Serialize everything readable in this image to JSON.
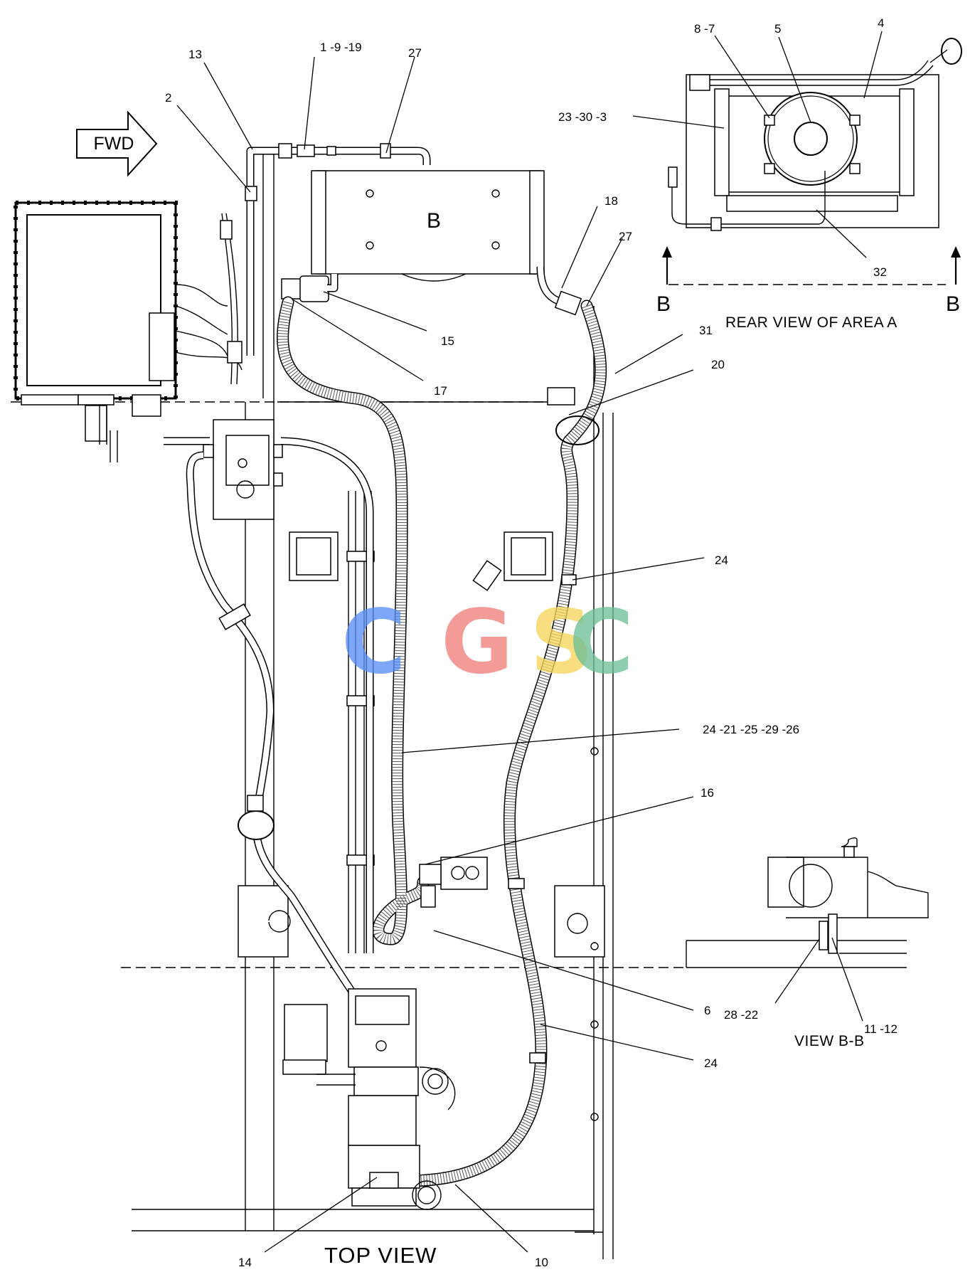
{
  "diagram": {
    "view_title": "TOP VIEW",
    "forward_arrow_label": "FWD",
    "component_label": "B",
    "rear_view_caption": "REAR VIEW OF AREA A",
    "section_marker": "B",
    "view_bb_caption": "VIEW B-B",
    "watermark": {
      "text": "CGSC",
      "letters": [
        "C",
        "G",
        "S",
        "C"
      ],
      "colors": [
        "#5b8ff9",
        "#f0807a",
        "#f7d65a",
        "#6fbf97"
      ]
    },
    "callouts": {
      "c13": "13",
      "c1_9_19": "1 -9 -19",
      "c27_top": "27",
      "c2": "2",
      "c8_7": "8 -7",
      "c5": "5",
      "c4": "4",
      "c23_30_3": "23 -30 -3",
      "c18": "18",
      "c27_right": "27",
      "c32": "32",
      "c15": "15",
      "c17": "17",
      "c31": "31",
      "c20": "20",
      "c24_a": "24",
      "c24_21_25_29_26": "24 -21 -25 -29 -26",
      "c16": "16",
      "c6": "6",
      "c28_22": "28 -22",
      "c11_12": "11 -12",
      "c24_b": "24",
      "c14": "14",
      "c10": "10"
    }
  }
}
